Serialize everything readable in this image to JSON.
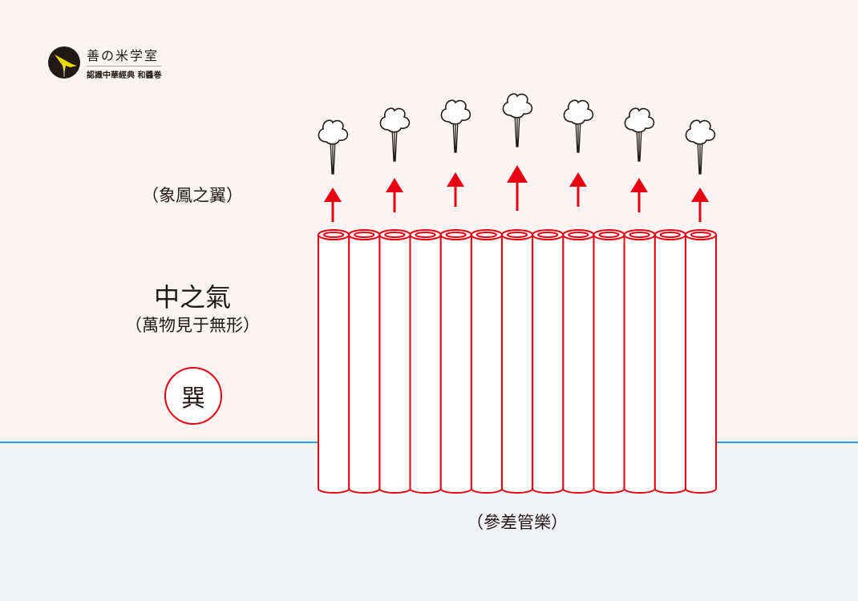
{
  "logo": {
    "title": "善の米学室",
    "subtitle": "認識中華經典 和醬巻"
  },
  "labels": {
    "top": "（象鳳之翼）",
    "middle_title": "中之氣",
    "middle_sub": "（萬物見于無形）",
    "trigram": "巽",
    "bottom": "（參差管樂）"
  },
  "diagram": {
    "pipe_count": 13,
    "puff_count": 7
  },
  "colors": {
    "pipe": "#e60012",
    "arrow": "#e60012",
    "horizon": "#2a9be0",
    "ink": "#231815"
  }
}
